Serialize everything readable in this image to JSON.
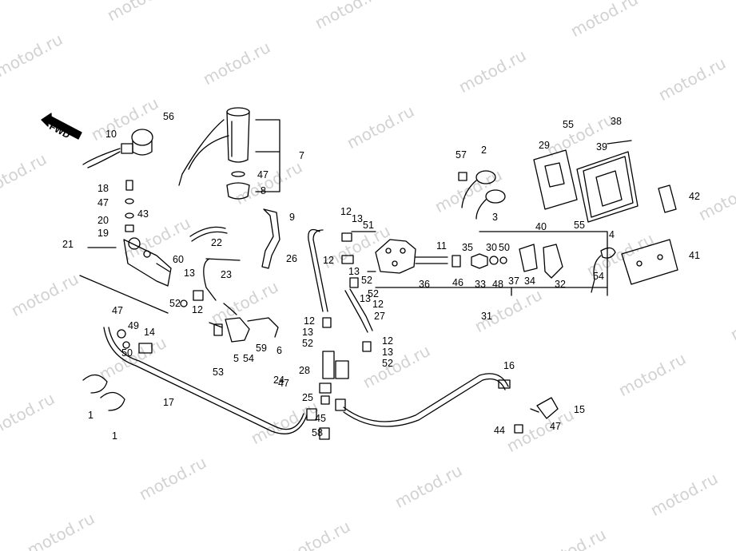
{
  "watermark": "motod.ru",
  "fwd_label": "FWD",
  "callouts": [
    "1",
    "1",
    "2",
    "3",
    "4",
    "5",
    "6",
    "7",
    "8",
    "9",
    "10",
    "11",
    "12",
    "12",
    "12",
    "12",
    "12",
    "12",
    "13",
    "13",
    "13",
    "13",
    "13",
    "13",
    "14",
    "15",
    "16",
    "17",
    "18",
    "19",
    "20",
    "21",
    "22",
    "23",
    "24",
    "25",
    "26",
    "27",
    "28",
    "29",
    "30",
    "31",
    "32",
    "33",
    "34",
    "35",
    "36",
    "37",
    "38",
    "39",
    "40",
    "41",
    "42",
    "43",
    "44",
    "45",
    "46",
    "47",
    "47",
    "47",
    "47",
    "47",
    "48",
    "49",
    "50",
    "50",
    "51",
    "52",
    "52",
    "52",
    "52",
    "52",
    "53",
    "54",
    "54",
    "55",
    "55",
    "56",
    "57",
    "58",
    "59",
    "60"
  ]
}
